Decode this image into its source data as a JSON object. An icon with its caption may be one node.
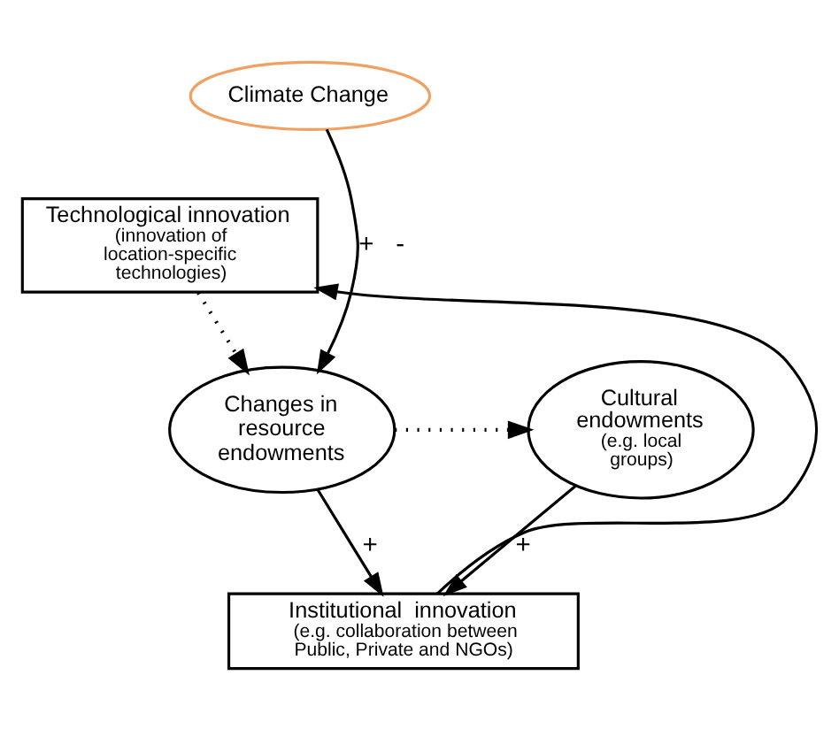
{
  "diagram": {
    "nodes": [
      {
        "text": [
          "Climate Change"
        ]
      },
      {
        "text": [
          "Technological innovation",
          "(innovation of location-specific technologies)"
        ]
      },
      {
        "text": [
          "Changes in resource endowments"
        ]
      },
      {
        "text": [
          "Cultural endowments",
          "(e.g. local groups)"
        ]
      },
      {
        "text": [
          "Institutional  innovation",
          "(e.g. collaboration between Public, Private and NGOs)"
        ]
      }
    ],
    "edges": [
      {
        "from": 0,
        "to": 2,
        "arrow": "to",
        "label": "+   -"
      },
      {
        "from": 1,
        "to": 2,
        "arrow": "to",
        "style": "dashed"
      },
      {
        "from": 2,
        "to": 3,
        "arrow": "to",
        "style": "dashed"
      },
      {
        "from": 2,
        "to": 4,
        "arrow": "to",
        "label": "+"
      },
      {
        "from": 3,
        "to": 4,
        "arrow": "to",
        "label": "+"
      },
      {
        "from": 4,
        "to": 1,
        "arrow": "to"
      }
    ]
  }
}
